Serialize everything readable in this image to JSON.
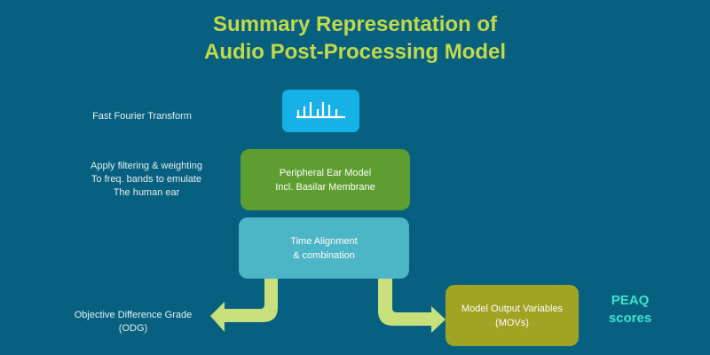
{
  "title": {
    "line1": "Summary Representation of",
    "line2": "Audio Post-Processing Model"
  },
  "side_labels": {
    "fft": "Fast Fourier Transform",
    "filtering": [
      "Apply filtering & weighting",
      "To freq. bands to emulate",
      "The human ear"
    ],
    "odg": [
      "Objective Difference Grade",
      "(ODG)"
    ]
  },
  "boxes": {
    "fft": {
      "icon": "bar-spectrum-icon",
      "color": "#16b1e6"
    },
    "peripheral_ear": {
      "lines": [
        "Peripheral Ear Model",
        "Incl. Basilar Membrane"
      ],
      "color": "#5e9e31"
    },
    "time_alignment": {
      "lines": [
        "Time Alignment",
        "& combination"
      ],
      "color": "#4cb5c6"
    },
    "mov": {
      "lines": [
        "Model Output Variables",
        "(MOVs)"
      ],
      "color": "#a0a324"
    }
  },
  "peaq": {
    "line1": "PEAQ",
    "line2": "scores"
  },
  "colors": {
    "background": "#07607f",
    "title": "#c3d94a",
    "arrow": "#c8e07c",
    "peaq": "#3ee3cd"
  }
}
